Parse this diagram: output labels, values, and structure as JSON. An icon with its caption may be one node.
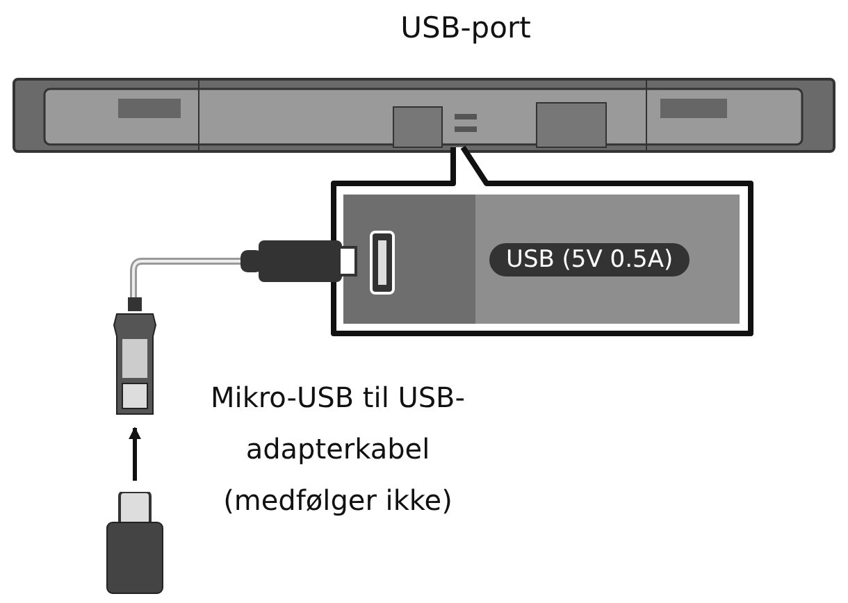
{
  "diagram": {
    "title": "USB-port",
    "nodes": [
      {
        "text": [],
        "shape": "box"
      },
      {
        "text": [],
        "shape": "box"
      }
    ],
    "edges": [
      {
        "from": 1,
        "to": 0,
        "arrow": "to"
      }
    ],
    "labels": [
      "USB (5V 0.5A)",
      "Mikro-USB til USB-adapterkabel (medfølger ikke)"
    ]
  }
}
